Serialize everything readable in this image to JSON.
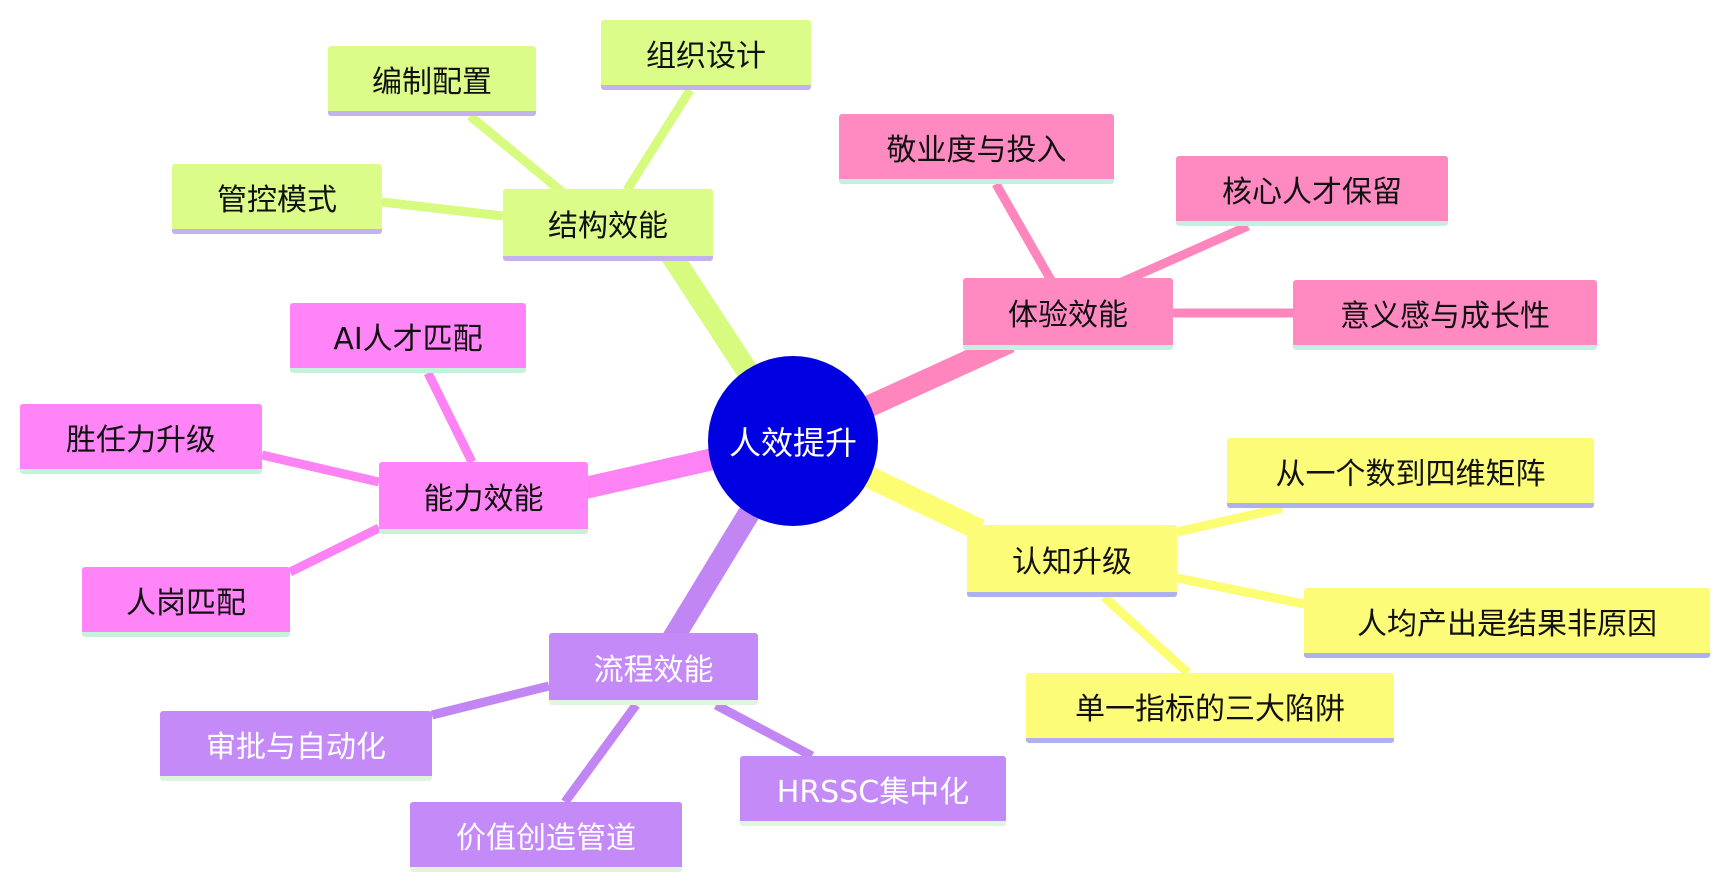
{
  "center": {
    "label": "人效提升"
  },
  "colors": {
    "center": "#0000e0",
    "structure": "#dcfc8a",
    "structure_edge": "#d6fb7e",
    "structure_border": "#c4b2ee",
    "experience": "#ff8ac2",
    "experience_edge": "#ff86bd",
    "experience_border": "#c3f0e0",
    "cognition": "#fcfc78",
    "cognition_edge": "#fdfd74",
    "cognition_border": "#aeb0f0",
    "process": "#c48af8",
    "process_edge": "#c185f4",
    "process_border": "#dff5dd",
    "capability": "#ff84f8",
    "capability_edge": "#fd82f3",
    "capability_border": "#c7f2da"
  },
  "branches": {
    "structure": {
      "label": "结构效能",
      "children": [
        "编制配置",
        "组织设计",
        "管控模式"
      ]
    },
    "experience": {
      "label": "体验效能",
      "children": [
        "敬业度与投入",
        "核心人才保留",
        "意义感与成长性"
      ]
    },
    "cognition": {
      "label": "认知升级",
      "children": [
        "从一个数到四维矩阵",
        "人均产出是结果非原因",
        "单一指标的三大陷阱"
      ]
    },
    "process": {
      "label": "流程效能",
      "children": [
        "审批与自动化",
        "价值创造管道",
        "HRSSC集中化"
      ]
    },
    "capability": {
      "label": "能力效能",
      "children": [
        "AI人才匹配",
        "胜任力升级",
        "人岗匹配"
      ]
    }
  }
}
